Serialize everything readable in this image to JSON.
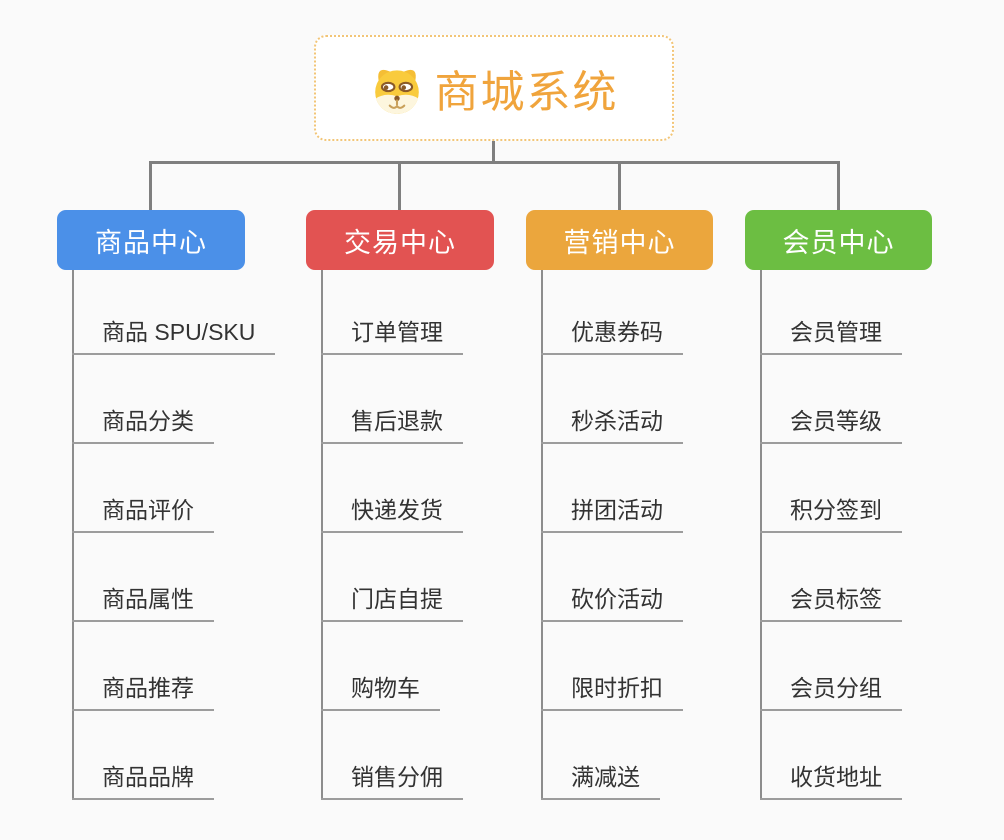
{
  "root": {
    "title": "商城系统",
    "icon": "shiba-dog-icon",
    "title_color": "#f0a43c",
    "border_color": "#f2c577"
  },
  "connector_color": "#7f7f7f",
  "background_color": "#fafafa",
  "branches": [
    {
      "label": "商品中心",
      "color": "#4b90e8",
      "children": [
        "商品 SPU/SKU",
        "商品分类",
        "商品评价",
        "商品属性",
        "商品推荐",
        "商品品牌"
      ]
    },
    {
      "label": "交易中心",
      "color": "#e25352",
      "children": [
        "订单管理",
        "售后退款",
        "快递发货",
        "门店自提",
        "购物车",
        "销售分佣"
      ]
    },
    {
      "label": "营销中心",
      "color": "#eba63d",
      "children": [
        "优惠券码",
        "秒杀活动",
        "拼团活动",
        "砍价活动",
        "限时折扣",
        "满减送"
      ]
    },
    {
      "label": "会员中心",
      "color": "#6cbe42",
      "children": [
        "会员管理",
        "会员等级",
        "积分签到",
        "会员标签",
        "会员分组",
        "收货地址"
      ]
    }
  ]
}
